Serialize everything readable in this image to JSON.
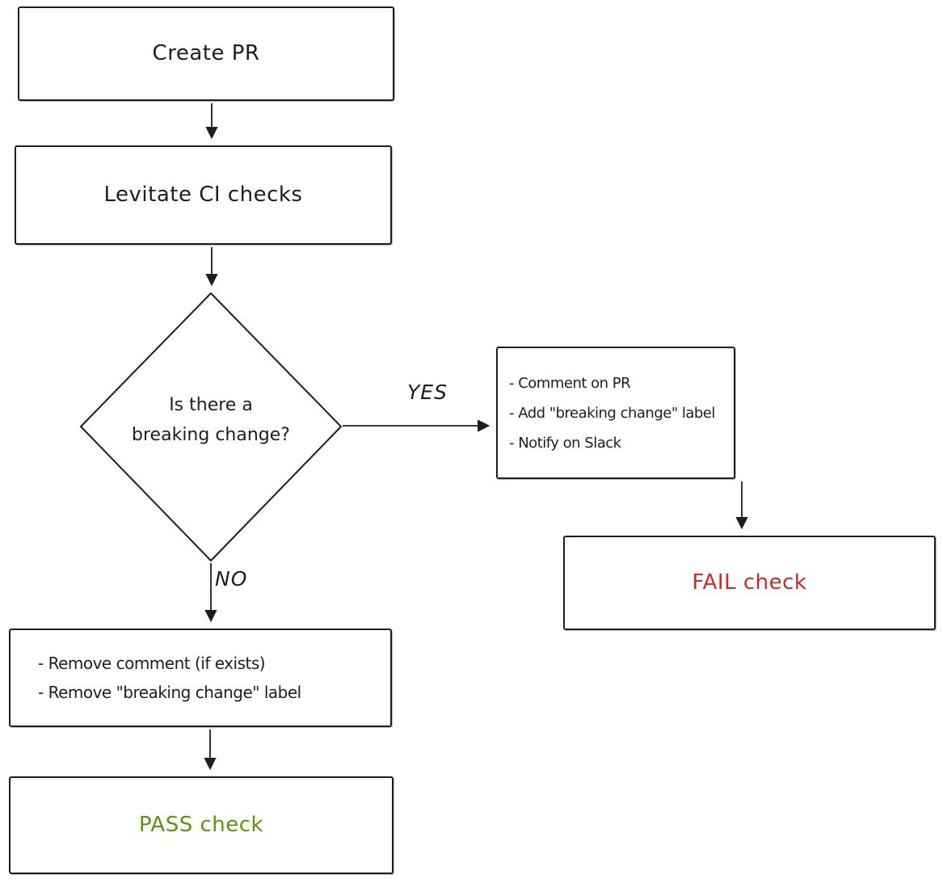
{
  "diagram": {
    "nodes": {
      "create_pr": {
        "label": "Create PR"
      },
      "ci_checks": {
        "label": "Levitate CI checks"
      },
      "decision": {
        "label": "Is there a\nbreaking change?"
      },
      "yes_actions": {
        "items": [
          "- Comment on PR",
          "- Add \"breaking change\" label",
          "- Notify on Slack"
        ]
      },
      "fail_check": {
        "label": "FAIL check",
        "color": "#c92a2a"
      },
      "no_actions": {
        "items": [
          "- Remove comment (if exists)",
          "- Remove \"breaking change\" label"
        ]
      },
      "pass_check": {
        "label": "PASS check",
        "color": "#5c940d"
      }
    },
    "edge_labels": {
      "yes": "YES",
      "no": "NO"
    },
    "colors": {
      "stroke": "#1e1e1e",
      "fail_text": "#c92a2a",
      "pass_text": "#5c940d",
      "background": "#ffffff"
    }
  }
}
